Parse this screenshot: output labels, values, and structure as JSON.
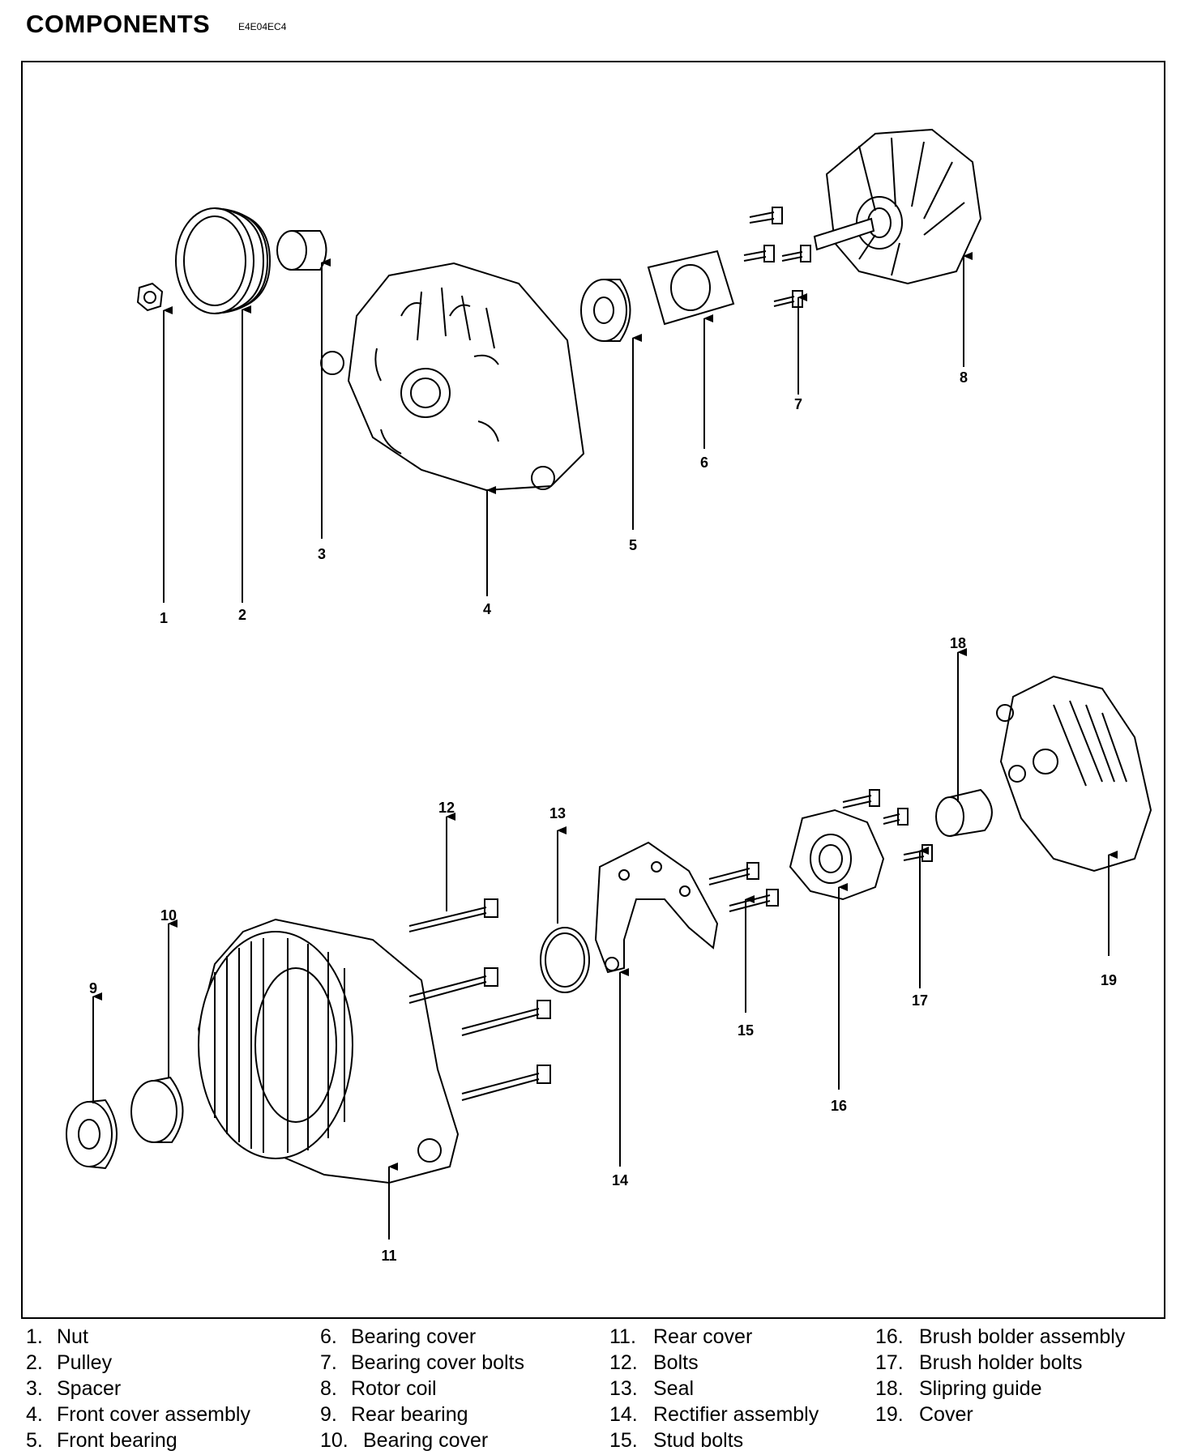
{
  "header": {
    "title": "COMPONENTS",
    "code": "E4E04EC4"
  },
  "callouts": [
    "1",
    "2",
    "3",
    "4",
    "5",
    "6",
    "7",
    "8",
    "9",
    "10",
    "11",
    "12",
    "13",
    "14",
    "15",
    "16",
    "17",
    "18",
    "19"
  ],
  "legend": {
    "col1": [
      {
        "num": "1.",
        "label": "Nut"
      },
      {
        "num": "2.",
        "label": "Pulley"
      },
      {
        "num": "3.",
        "label": "Spacer"
      },
      {
        "num": "4.",
        "label": "Front cover assembly"
      },
      {
        "num": "5.",
        "label": "Front bearing"
      }
    ],
    "col2": [
      {
        "num": "6.",
        "label": "Bearing cover"
      },
      {
        "num": "7.",
        "label": "Bearing cover  bolts"
      },
      {
        "num": "8.",
        "label": "Rotor coil"
      },
      {
        "num": "9.",
        "label": "Rear bearing"
      },
      {
        "num": "10.",
        "label": "Bearing cover"
      }
    ],
    "col3": [
      {
        "num": "11.",
        "label": "Rear cover"
      },
      {
        "num": "12.",
        "label": "Bolts"
      },
      {
        "num": "13.",
        "label": "Seal"
      },
      {
        "num": "14.",
        "label": "Rectifier assembly"
      },
      {
        "num": "15.",
        "label": "Stud bolts"
      }
    ],
    "col4": [
      {
        "num": "16.",
        "label": "Brush bolder assembly"
      },
      {
        "num": "17.",
        "label": "Brush holder bolts"
      },
      {
        "num": "18.",
        "label": "Slipring guide"
      },
      {
        "num": "19.",
        "label": "Cover"
      }
    ]
  }
}
